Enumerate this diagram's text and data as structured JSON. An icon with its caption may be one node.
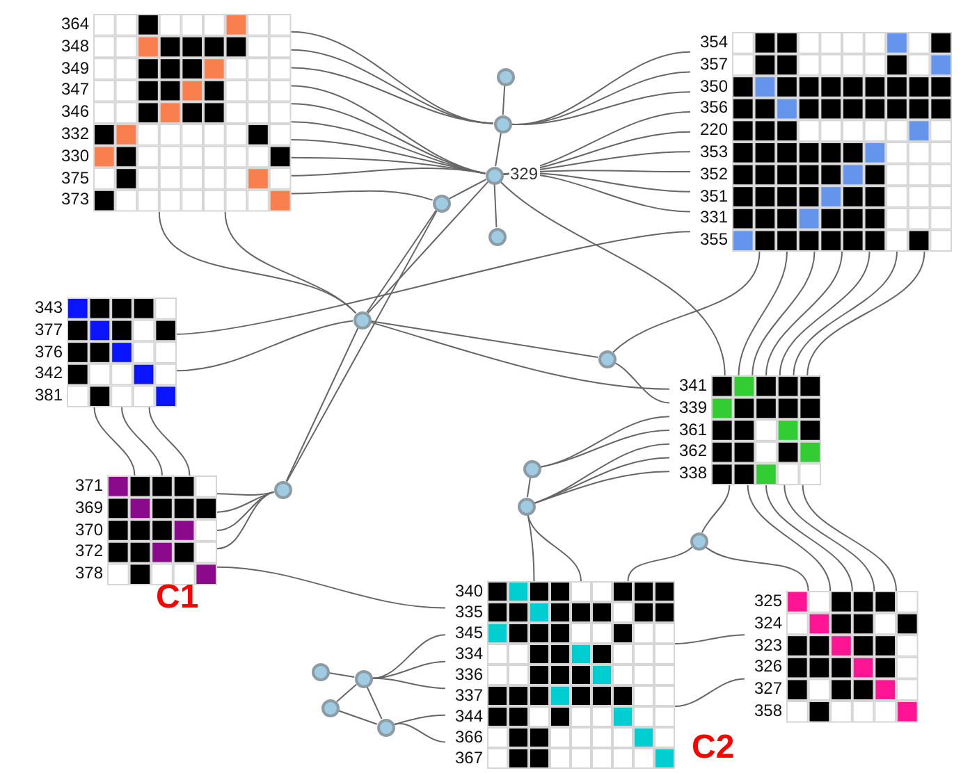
{
  "diagram": {
    "nodes": [
      {
        "text": [
          "364",
          "348",
          "349",
          "347",
          "346",
          "332",
          "330",
          "375",
          "373"
        ]
      },
      {
        "text": [
          "354",
          "357",
          "350",
          "356",
          "220",
          "353",
          "352",
          "351",
          "331",
          "355"
        ]
      },
      {
        "text": [],
        "shape": "circle"
      },
      {
        "text": [],
        "shape": "circle"
      },
      {
        "text": [],
        "shape": "circle",
        "beside": [
          "329"
        ]
      },
      {
        "text": [],
        "shape": "circle"
      },
      {
        "text": [],
        "shape": "circle"
      },
      {
        "text": [
          "343",
          "377",
          "376",
          "342",
          "381"
        ]
      },
      {
        "text": [],
        "shape": "circle"
      },
      {
        "text": [],
        "shape": "circle"
      },
      {
        "text": [
          "341",
          "339",
          "361",
          "362",
          "338"
        ]
      },
      {
        "text": [],
        "shape": "circle"
      },
      {
        "text": [
          "371",
          "369",
          "370",
          "372",
          "378"
        ],
        "beside": [
          "C1"
        ]
      },
      {
        "text": [],
        "shape": "circle"
      },
      {
        "text": [],
        "shape": "circle"
      },
      {
        "text": [],
        "shape": "circle"
      },
      {
        "text": [
          "340",
          "335",
          "345",
          "334",
          "336",
          "337",
          "344",
          "366",
          "367"
        ],
        "beside": [
          "C2"
        ]
      },
      {
        "text": [
          "325",
          "324",
          "323",
          "326",
          "327",
          "358"
        ]
      },
      {
        "text": [],
        "shape": "circle"
      },
      {
        "text": [],
        "shape": "circle"
      },
      {
        "text": [],
        "shape": "circle"
      },
      {
        "text": [],
        "shape": "circle"
      }
    ],
    "edges": [
      {
        "from": 0,
        "to": 3,
        "arrow": "none"
      },
      {
        "from": 0,
        "to": 3,
        "arrow": "none"
      },
      {
        "from": 0,
        "to": 3,
        "arrow": "none"
      },
      {
        "from": 0,
        "to": 4,
        "arrow": "none"
      },
      {
        "from": 0,
        "to": 4,
        "arrow": "none"
      },
      {
        "from": 0,
        "to": 4,
        "arrow": "none"
      },
      {
        "from": 0,
        "to": 4,
        "arrow": "none"
      },
      {
        "from": 0,
        "to": 4,
        "arrow": "none"
      },
      {
        "from": 0,
        "to": 4,
        "arrow": "none"
      },
      {
        "from": 0,
        "to": 5,
        "arrow": "none"
      },
      {
        "from": 3,
        "to": 1,
        "arrow": "none"
      },
      {
        "from": 3,
        "to": 1,
        "arrow": "none"
      },
      {
        "from": 3,
        "to": 1,
        "arrow": "none"
      },
      {
        "from": 4,
        "to": 1,
        "arrow": "none"
      },
      {
        "from": 4,
        "to": 1,
        "arrow": "none"
      },
      {
        "from": 4,
        "to": 1,
        "arrow": "none"
      },
      {
        "from": 4,
        "to": 1,
        "arrow": "none"
      },
      {
        "from": 4,
        "to": 1,
        "arrow": "none"
      },
      {
        "from": 4,
        "to": 1,
        "arrow": "none"
      },
      {
        "from": 2,
        "to": 3,
        "arrow": "none"
      },
      {
        "from": 3,
        "to": 4,
        "arrow": "none"
      },
      {
        "from": 4,
        "to": 6,
        "arrow": "none"
      },
      {
        "from": 4,
        "to": 5,
        "arrow": "none"
      },
      {
        "from": 5,
        "to": 8,
        "arrow": "none"
      },
      {
        "from": 5,
        "to": 13,
        "arrow": "none"
      },
      {
        "from": 4,
        "to": 8,
        "arrow": "none"
      },
      {
        "from": 4,
        "to": 10,
        "arrow": "none"
      },
      {
        "from": 7,
        "to": 8,
        "arrow": "none"
      },
      {
        "from": 7,
        "to": 1,
        "arrow": "none"
      },
      {
        "from": 0,
        "to": 8,
        "arrow": "none"
      },
      {
        "from": 0,
        "to": 8,
        "arrow": "none"
      },
      {
        "from": 8,
        "to": 9,
        "arrow": "none"
      },
      {
        "from": 8,
        "to": 10,
        "arrow": "none"
      },
      {
        "from": 9,
        "to": 10,
        "arrow": "none"
      },
      {
        "from": 9,
        "to": 1,
        "arrow": "none"
      },
      {
        "from": 7,
        "to": 12,
        "arrow": "none"
      },
      {
        "from": 7,
        "to": 12,
        "arrow": "none"
      },
      {
        "from": 7,
        "to": 12,
        "arrow": "none"
      },
      {
        "from": 12,
        "to": 13,
        "arrow": "none"
      },
      {
        "from": 12,
        "to": 13,
        "arrow": "none"
      },
      {
        "from": 12,
        "to": 13,
        "arrow": "none"
      },
      {
        "from": 12,
        "to": 13,
        "arrow": "none"
      },
      {
        "from": 12,
        "to": 16,
        "arrow": "none"
      },
      {
        "from": 13,
        "to": 8,
        "arrow": "none"
      },
      {
        "from": 11,
        "to": 14,
        "arrow": "none"
      },
      {
        "from": 14,
        "to": 16,
        "arrow": "none"
      },
      {
        "from": 14,
        "to": 16,
        "arrow": "none"
      },
      {
        "from": 14,
        "to": 10,
        "arrow": "none"
      },
      {
        "from": 14,
        "to": 10,
        "arrow": "none"
      },
      {
        "from": 14,
        "to": 10,
        "arrow": "none"
      },
      {
        "from": 11,
        "to": 10,
        "arrow": "none"
      },
      {
        "from": 11,
        "to": 10,
        "arrow": "none"
      },
      {
        "from": 1,
        "to": 10,
        "arrow": "none"
      },
      {
        "from": 1,
        "to": 10,
        "arrow": "none"
      },
      {
        "from": 1,
        "to": 10,
        "arrow": "none"
      },
      {
        "from": 1,
        "to": 10,
        "arrow": "none"
      },
      {
        "from": 1,
        "to": 10,
        "arrow": "none"
      },
      {
        "from": 1,
        "to": 10,
        "arrow": "none"
      },
      {
        "from": 10,
        "to": 17,
        "arrow": "none"
      },
      {
        "from": 10,
        "to": 17,
        "arrow": "none"
      },
      {
        "from": 10,
        "to": 17,
        "arrow": "none"
      },
      {
        "from": 10,
        "to": 17,
        "arrow": "none"
      },
      {
        "from": 10,
        "to": 15,
        "arrow": "none"
      },
      {
        "from": 15,
        "to": 17,
        "arrow": "none"
      },
      {
        "from": 15,
        "to": 16,
        "arrow": "none"
      },
      {
        "from": 16,
        "to": 17,
        "arrow": "none"
      },
      {
        "from": 16,
        "to": 17,
        "arrow": "none"
      },
      {
        "from": 19,
        "to": 16,
        "arrow": "none"
      },
      {
        "from": 19,
        "to": 16,
        "arrow": "none"
      },
      {
        "from": 19,
        "to": 16,
        "arrow": "none"
      },
      {
        "from": 21,
        "to": 16,
        "arrow": "none"
      },
      {
        "from": 21,
        "to": 16,
        "arrow": "none"
      },
      {
        "from": 18,
        "to": 19,
        "arrow": "none"
      },
      {
        "from": 19,
        "to": 20,
        "arrow": "none"
      },
      {
        "from": 19,
        "to": 21,
        "arrow": "none"
      },
      {
        "from": 20,
        "to": 21,
        "arrow": "none"
      }
    ]
  }
}
